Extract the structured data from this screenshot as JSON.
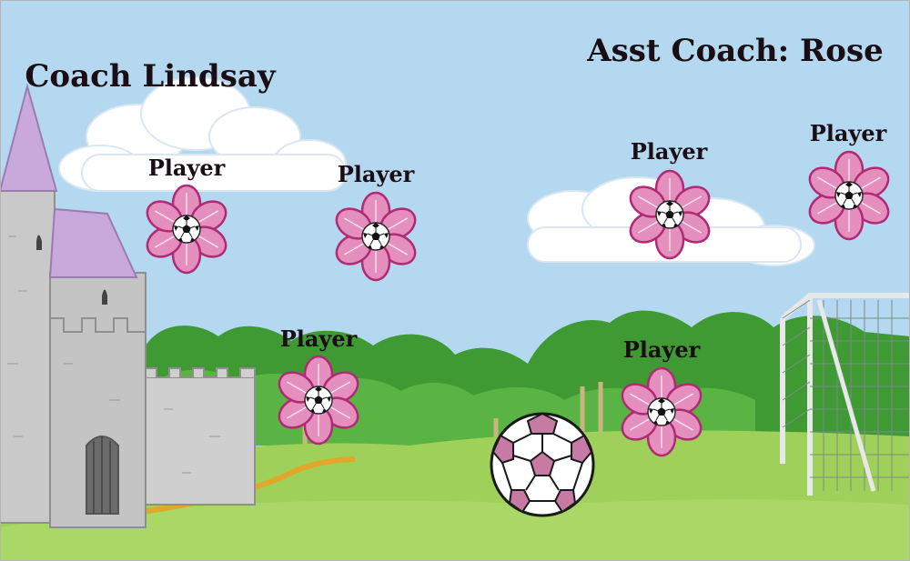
{
  "banner": {
    "coach_label": "Coach Lindsay",
    "asst_coach_label": "Asst Coach: Rose",
    "players": [
      {
        "label": "Player"
      },
      {
        "label": "Player"
      },
      {
        "label": "Player"
      },
      {
        "label": "Player"
      },
      {
        "label": "Player"
      },
      {
        "label": "Player"
      }
    ],
    "scene_icons": [
      "cloud-icon",
      "castle-icon",
      "tree-icon",
      "soccer-goal-icon",
      "flower-icon",
      "soccer-ball-icon"
    ],
    "colors": {
      "sky": "#b3d8ef",
      "grass": "#9fd05a",
      "trees": "#3f9a33",
      "castle": "#c9c9c9",
      "roof": "#c9a8dc",
      "petal": "#e58fbf",
      "petal_edge": "#b02a74",
      "ball_pink": "#c77aa3",
      "text": "#1a0d14"
    }
  }
}
